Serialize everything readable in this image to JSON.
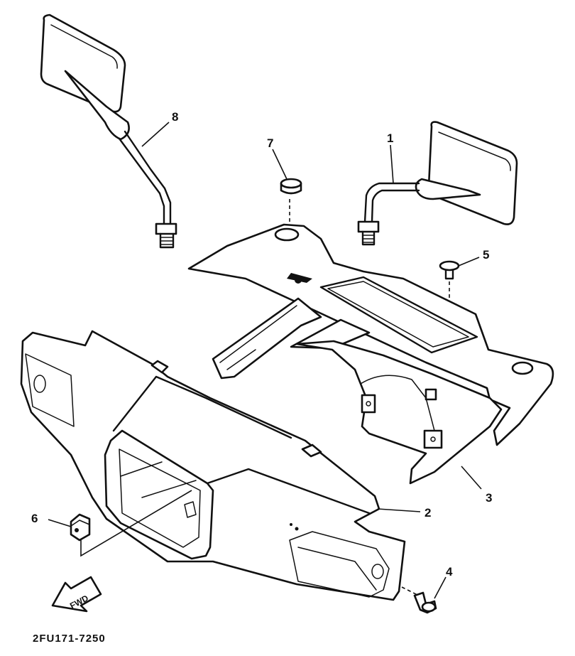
{
  "diagram": {
    "drawing_code": "2FU171-7250",
    "fwd_label": "FWD",
    "callouts": [
      {
        "id": "1",
        "label": "1",
        "part": "mirror-right"
      },
      {
        "id": "2",
        "label": "2",
        "part": "handlebar-cover-front"
      },
      {
        "id": "3",
        "label": "3",
        "part": "handlebar-cover-rear"
      },
      {
        "id": "4",
        "label": "4",
        "part": "screw"
      },
      {
        "id": "5",
        "label": "5",
        "part": "screw-small"
      },
      {
        "id": "6",
        "label": "6",
        "part": "nut-clip"
      },
      {
        "id": "7",
        "label": "7",
        "part": "grommet-cap"
      },
      {
        "id": "8",
        "label": "8",
        "part": "mirror-left"
      }
    ]
  }
}
